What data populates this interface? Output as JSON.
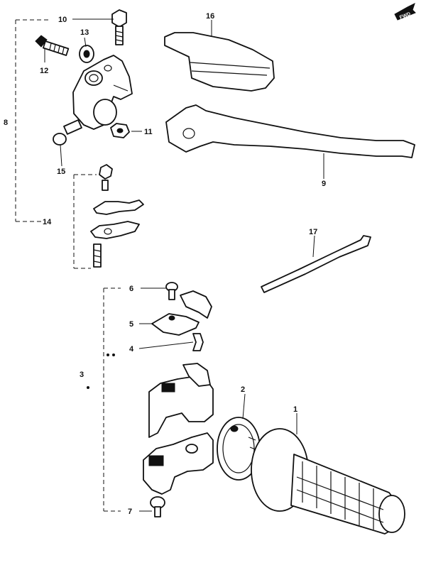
{
  "diagram": {
    "fwd_marker": "FWD",
    "callouts": [
      "1",
      "2",
      "3",
      "4",
      "5",
      "6",
      "7",
      "8",
      "9",
      "10",
      "11",
      "12",
      "13",
      "14",
      "15",
      "16",
      "17"
    ]
  }
}
